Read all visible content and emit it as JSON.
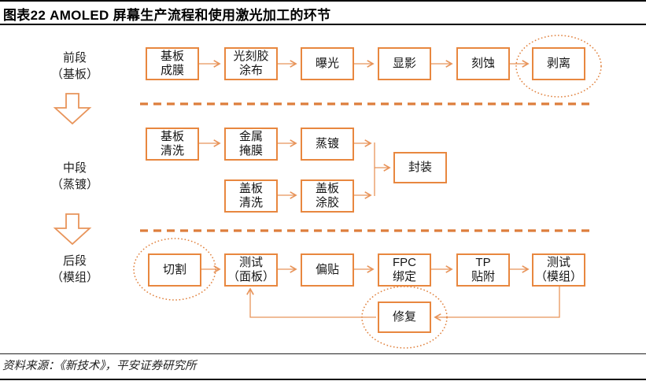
{
  "header": {
    "title": "图表22   AMOLED 屏幕生产流程和使用激光加工的环节"
  },
  "stages": [
    {
      "name": "前段\n（基板）"
    },
    {
      "name": "中段\n（蒸镀）"
    },
    {
      "name": "后段\n（模组）"
    }
  ],
  "flow": {
    "front": {
      "steps": [
        "基板\n成膜",
        "光刻胶\n涂布",
        "曝光",
        "显影",
        "刻蚀",
        "剥离"
      ]
    },
    "middle": {
      "substrate_steps": [
        "基板\n清洗",
        "金属\n掩膜",
        "蒸镀"
      ],
      "cover_steps": [
        "盖板\n清洗",
        "盖板\n涂胶"
      ],
      "merge_step": "封装"
    },
    "back": {
      "steps": [
        "切割",
        "测试\n（面板）",
        "偏贴",
        "FPC\n绑定",
        "TP\n贴附",
        "测试\n（模组）"
      ],
      "repair_step": "修复"
    },
    "laser_marked_steps": [
      "剥离",
      "切割",
      "修复"
    ]
  },
  "footer": {
    "source": "资料来源：《新技术》，平安证券研究所"
  },
  "colors": {
    "box_border": "#E8873F",
    "connector": "#E8945A",
    "divider_dash": "#DD7E3C",
    "ellipse_dot": "#E0803C",
    "text": "#151515",
    "rule": "#000000"
  }
}
